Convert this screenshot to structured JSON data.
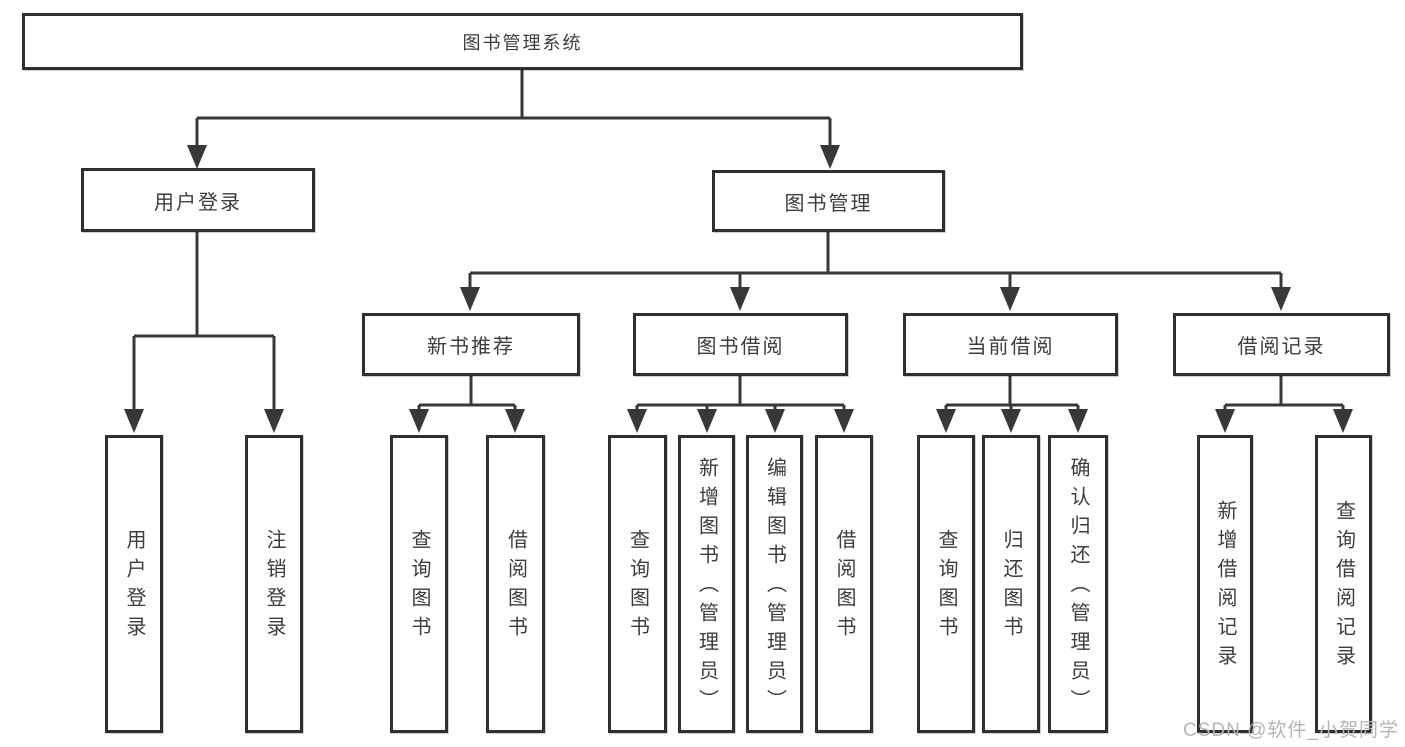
{
  "tree": {
    "root": {
      "label": "图书管理系统"
    },
    "user_login": {
      "label": "用户登录",
      "children": [
        {
          "label": "用户登录"
        },
        {
          "label": "注销登录"
        }
      ]
    },
    "book_management": {
      "label": "图书管理",
      "modules": [
        {
          "label": "新书推荐",
          "children": [
            {
              "label": "查询图书"
            },
            {
              "label": "借阅图书"
            }
          ]
        },
        {
          "label": "图书借阅",
          "children": [
            {
              "label": "查询图书"
            },
            {
              "label": "新增图书（管理员）"
            },
            {
              "label": "编辑图书（管理员）"
            },
            {
              "label": "借阅图书"
            }
          ]
        },
        {
          "label": "当前借阅",
          "children": [
            {
              "label": "查询图书"
            },
            {
              "label": "归还图书"
            },
            {
              "label": "确认归还（管理员）"
            }
          ]
        },
        {
          "label": "借阅记录",
          "children": [
            {
              "label": "新增借阅记录"
            },
            {
              "label": "查询借阅记录"
            }
          ]
        }
      ]
    }
  },
  "watermark": {
    "text": "CSDN @软件_小贺同学"
  },
  "colors": {
    "line": "#383838",
    "box_border": "#2f2f2f",
    "text": "#3d3d3d",
    "background": "#ffffff",
    "watermark": "#b5b5b5"
  }
}
